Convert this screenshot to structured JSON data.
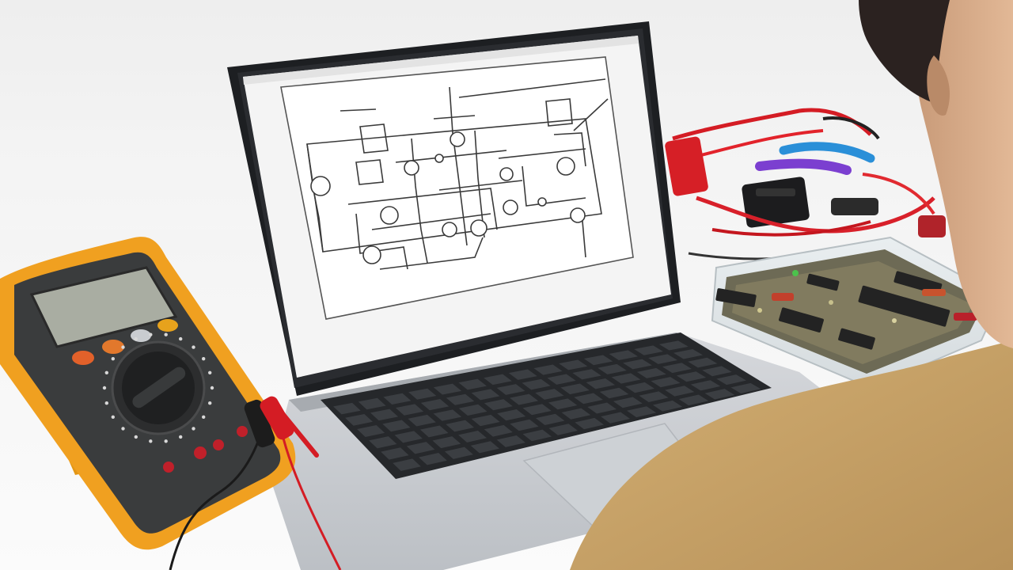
{
  "scene": {
    "items": [
      {
        "id": "multimeter",
        "icon": "multimeter-icon"
      },
      {
        "id": "laptop",
        "icon": "laptop-icon"
      },
      {
        "id": "circuit-board",
        "icon": "circuit-board-icon"
      },
      {
        "id": "test-leads",
        "icon": "cable-icon"
      },
      {
        "id": "person",
        "icon": "person-icon"
      }
    ]
  },
  "colors": {
    "multimeter_body": "#f0a020",
    "multimeter_face": "#3a3c3d",
    "laptop_bezel": "#1d1f22",
    "laptop_body": "#c9ccd0",
    "screen_bg": "#f4f4f4",
    "schematic_line": "#3a3a3a",
    "red_wire": "#d41c24",
    "sweater": "#c9a46a"
  }
}
